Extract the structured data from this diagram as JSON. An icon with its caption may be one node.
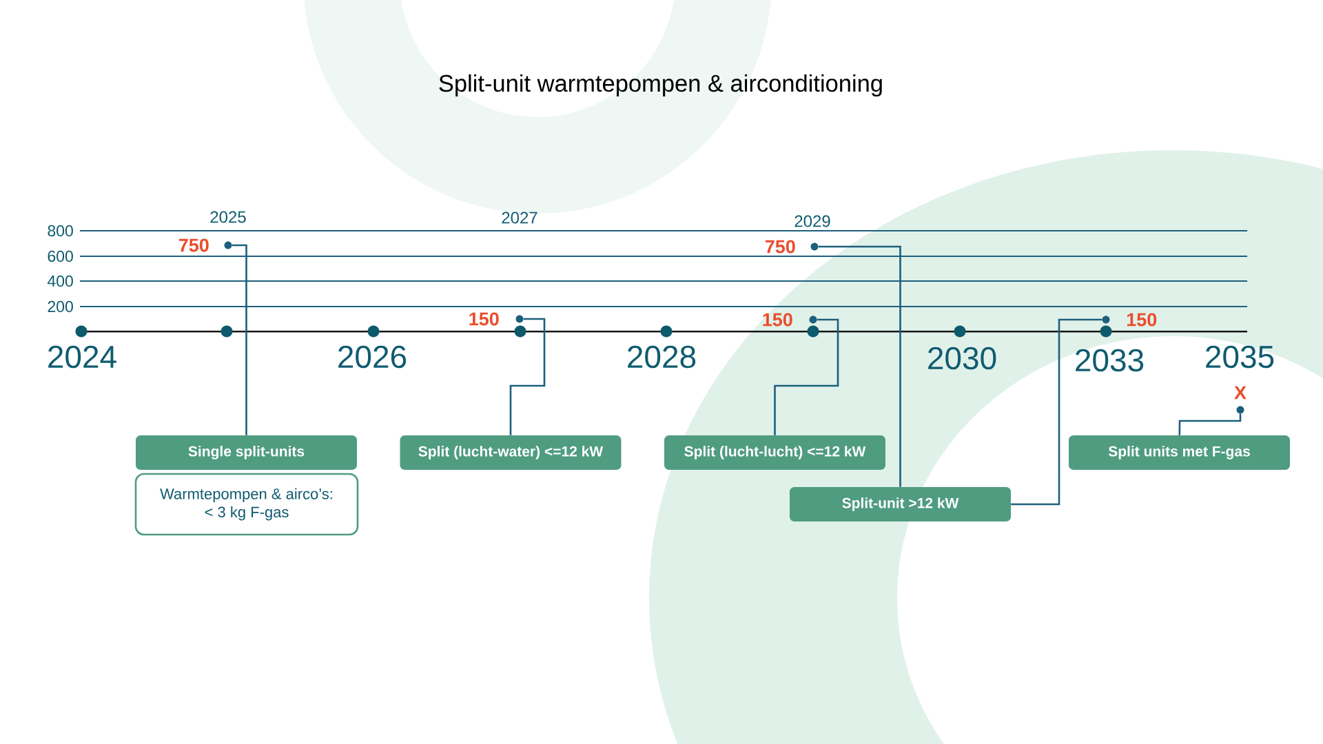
{
  "diagram": {
    "title": "Split-unit warmtepompen & airconditioning",
    "nodes": [
      {
        "text": [],
        "shape": "circle",
        "beside": [
          "750"
        ]
      },
      {
        "text": [],
        "shape": "circle",
        "beside": [
          "750"
        ]
      },
      {
        "text": [],
        "shape": "circle",
        "beside": [
          "150"
        ]
      },
      {
        "text": [],
        "shape": "circle",
        "beside": [
          "150"
        ]
      },
      {
        "text": [],
        "shape": "circle",
        "beside": [
          "150"
        ]
      },
      {
        "text": [],
        "shape": "circle",
        "beside": [
          "X"
        ]
      },
      {
        "text": [
          "Single split-units"
        ]
      },
      {
        "text": [
          "Split (lucht-water) <=12 kW"
        ]
      },
      {
        "text": [
          "Split (lucht-lucht) <=12 kW"
        ]
      },
      {
        "text": [
          "Split units met F-gas"
        ]
      },
      {
        "text": [
          "Warmtepompen & airco’s: < 3 kg F-gas"
        ]
      },
      {
        "text": [
          "Split-unit >12 kW"
        ]
      }
    ],
    "edges": [
      {
        "from": 0,
        "to": 6,
        "arrow": "none"
      },
      {
        "from": 1,
        "to": 11,
        "arrow": "none"
      },
      {
        "from": 2,
        "to": 7,
        "arrow": "none"
      },
      {
        "from": 3,
        "to": 8,
        "arrow": "none"
      },
      {
        "from": 4,
        "to": 11,
        "arrow": "none"
      },
      {
        "from": 5,
        "to": 9,
        "arrow": "none"
      }
    ],
    "labels": [
      "2025",
      "2027",
      "2029",
      "800",
      "600",
      "400",
      "200",
      "2024",
      "2026",
      "2028",
      "2030",
      "2033",
      "2035"
    ]
  }
}
